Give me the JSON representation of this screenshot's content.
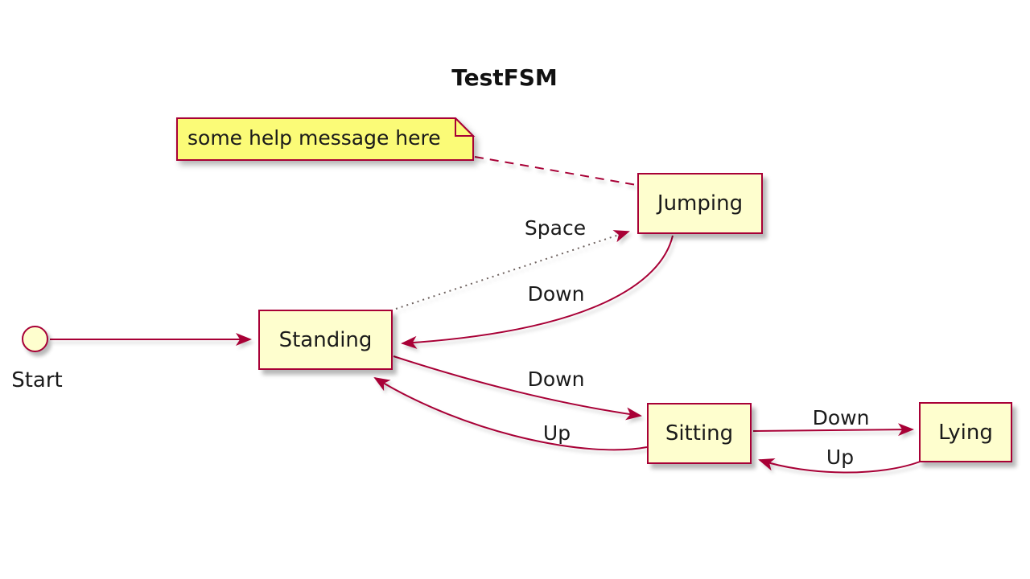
{
  "title": "TestFSM",
  "note": {
    "text": "some help message here"
  },
  "start": {
    "label": "Start"
  },
  "states": [
    {
      "id": "jumping",
      "label": "Jumping"
    },
    {
      "id": "standing",
      "label": "Standing"
    },
    {
      "id": "sitting",
      "label": "Sitting"
    },
    {
      "id": "lying",
      "label": "Lying"
    }
  ],
  "transitions": [
    {
      "from": "Start",
      "to": "Standing",
      "label": "",
      "style": "solid"
    },
    {
      "from": "Standing",
      "to": "Jumping",
      "label": "Space",
      "style": "dotted"
    },
    {
      "from": "Jumping",
      "to": "Standing",
      "label": "Down",
      "style": "solid"
    },
    {
      "from": "Standing",
      "to": "Sitting",
      "label": "Down",
      "style": "solid"
    },
    {
      "from": "Sitting",
      "to": "Standing",
      "label": "Up",
      "style": "solid"
    },
    {
      "from": "Sitting",
      "to": "Lying",
      "label": "Down",
      "style": "solid"
    },
    {
      "from": "Lying",
      "to": "Sitting",
      "label": "Up",
      "style": "solid"
    }
  ],
  "note_attachment": {
    "from": "note",
    "to": "Jumping",
    "style": "dashed"
  },
  "colors": {
    "state_fill": "#FEFECE",
    "state_border": "#A80036",
    "note_fill": "#FBFB77",
    "arrow": "#A80036",
    "dotted": "#6f6360",
    "text": "#1a1a1a"
  }
}
